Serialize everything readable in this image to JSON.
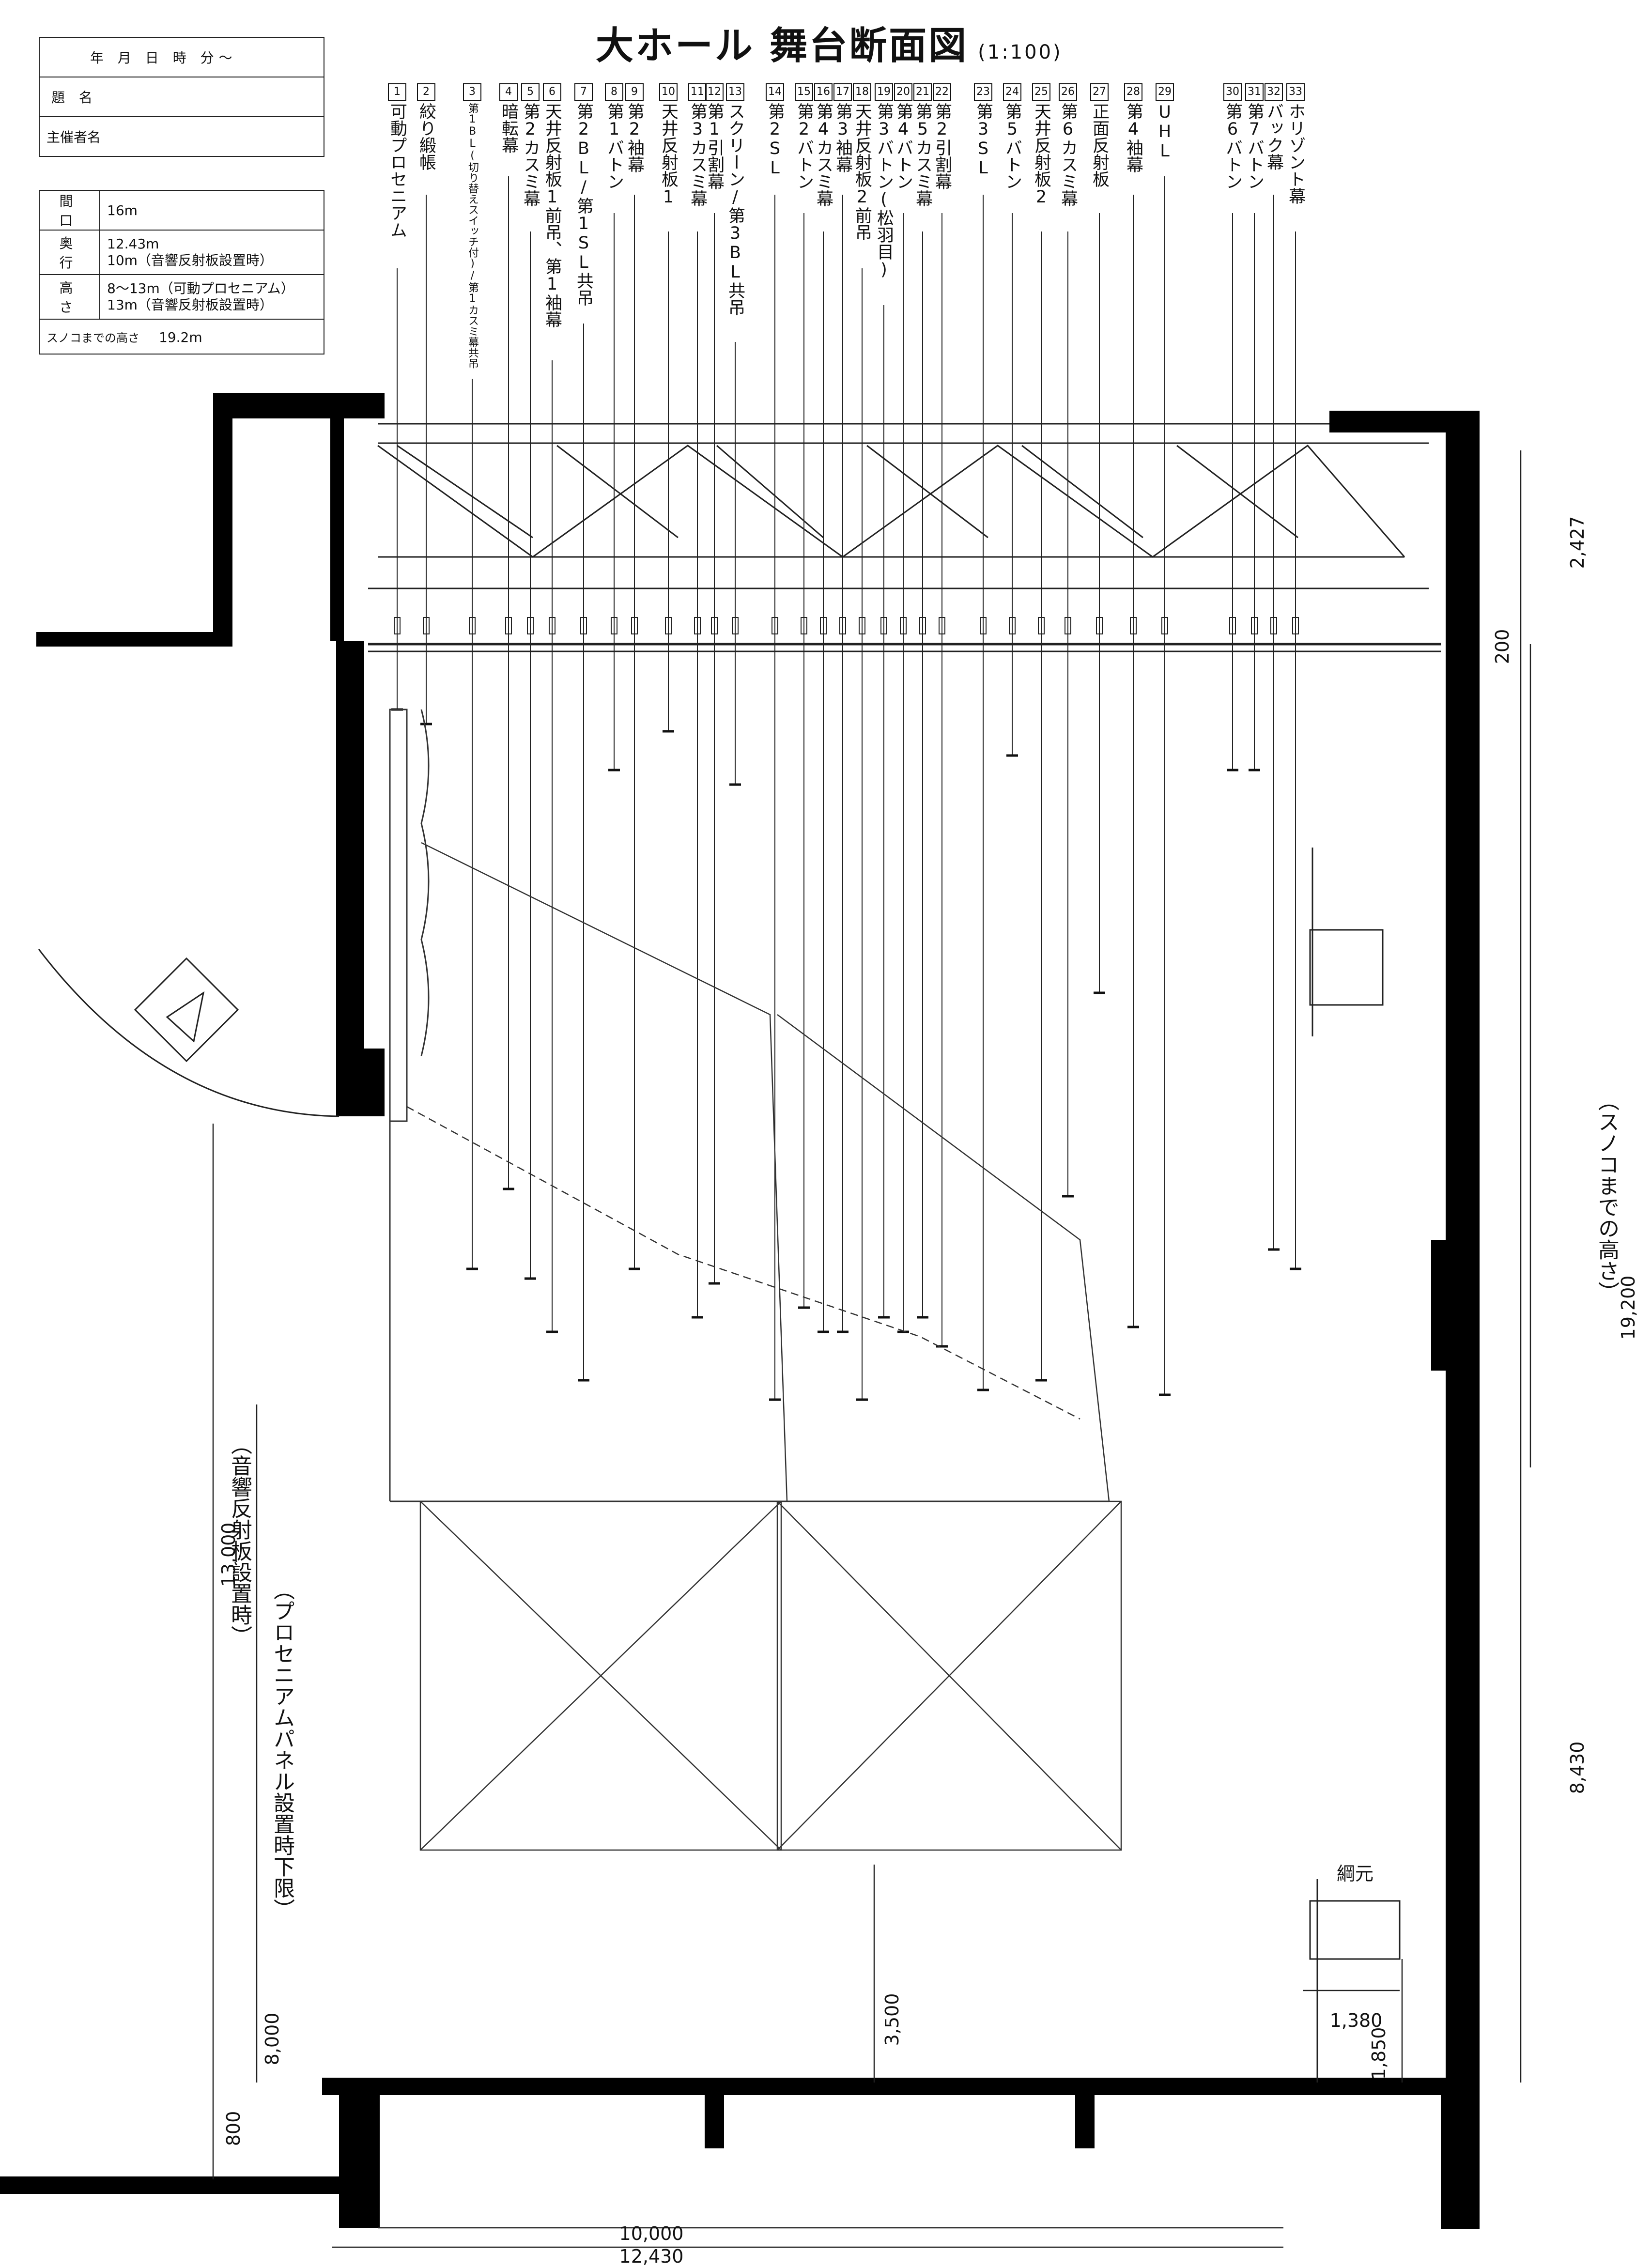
{
  "title": "大ホール 舞台断面図",
  "scale": "(1:100)",
  "form": {
    "date_row": "年 月 日 時 分〜",
    "subject_label": "題 名",
    "organizer_label": "主催者名",
    "specs": [
      {
        "key": "間 口",
        "value": "16m"
      },
      {
        "key": "奥 行",
        "value": "12.43m\n10m（音響反射板設置時）"
      },
      {
        "key": "高 さ",
        "value": "8〜13m（可動プロセニアム）\n13m（音響反射板設置時）"
      }
    ],
    "sunoko_label": "スノコまでの高さ",
    "sunoko_value": "19.2m"
  },
  "battens": [
    {
      "num": "1",
      "label": "可動プロセニアム"
    },
    {
      "num": "2",
      "label": "絞り緞帳"
    },
    {
      "num": "3",
      "label": "第1BL(切り替えスイッチ付)/第1カスミ幕共吊"
    },
    {
      "num": "4",
      "label": "暗転幕"
    },
    {
      "num": "5",
      "label": "第2カスミ幕"
    },
    {
      "num": "6",
      "label": "天井反射板1前吊、第1袖幕"
    },
    {
      "num": "7",
      "label": "第2BL/第1SL共吊"
    },
    {
      "num": "8",
      "label": "第1バトン"
    },
    {
      "num": "9",
      "label": "第2袖幕"
    },
    {
      "num": "10",
      "label": "天井反射板1"
    },
    {
      "num": "11",
      "label": "第3カスミ幕"
    },
    {
      "num": "12",
      "label": "第1引割幕"
    },
    {
      "num": "13",
      "label": "スクリーン/第3BL共吊"
    },
    {
      "num": "14",
      "label": "第2SL"
    },
    {
      "num": "15",
      "label": "第2バトン"
    },
    {
      "num": "16",
      "label": "第4カスミ幕"
    },
    {
      "num": "17",
      "label": "第3袖幕"
    },
    {
      "num": "18",
      "label": "天井反射板2前吊"
    },
    {
      "num": "19",
      "label": "第3バトン(松羽目)"
    },
    {
      "num": "20",
      "label": "第4バトン"
    },
    {
      "num": "21",
      "label": "第5カスミ幕"
    },
    {
      "num": "22",
      "label": "第2引割幕"
    },
    {
      "num": "23",
      "label": "第3SL"
    },
    {
      "num": "24",
      "label": "第5バトン"
    },
    {
      "num": "25",
      "label": "天井反射板2"
    },
    {
      "num": "26",
      "label": "第6カスミ幕"
    },
    {
      "num": "27",
      "label": "正面反射板"
    },
    {
      "num": "28",
      "label": "第4袖幕"
    },
    {
      "num": "29",
      "label": "UHL"
    },
    {
      "num": "30",
      "label": "第6バトン"
    },
    {
      "num": "31",
      "label": "第7バトン"
    },
    {
      "num": "32",
      "label": "バック幕"
    },
    {
      "num": "33",
      "label": "ホリゾント幕"
    }
  ],
  "dimensions": {
    "top_truss": "2,427",
    "gap": "200",
    "sunoko_height": "19,200",
    "sunoko_caption": "（スノコまでの高さ）",
    "lower_right": "8,430",
    "gallery_width": "1,380",
    "gallery_height": "1,850",
    "panel_height": "3,500",
    "reflector_height": "13,000",
    "reflector_caption": "（音響反射板設置時）",
    "proscenium_height": "8,000",
    "proscenium_caption": "（プロセニアムパネル設置時下限）",
    "floor_step": "800",
    "width_inner": "10,000",
    "width_total": "12,430",
    "rope_label": "綱元"
  }
}
